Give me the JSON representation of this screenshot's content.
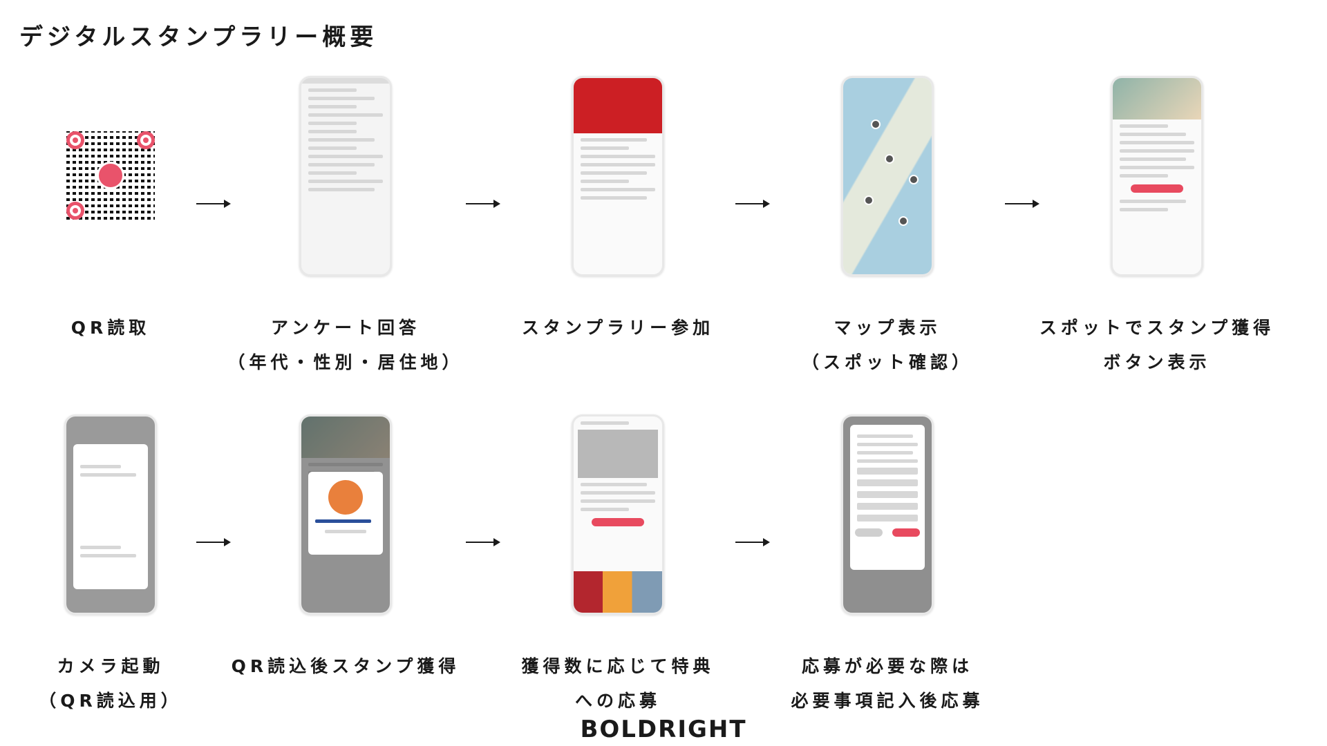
{
  "title": "デジタルスタンプラリー概要",
  "steps": [
    {
      "line1": "QR読取",
      "line2": ""
    },
    {
      "line1": "アンケート回答",
      "line2": "（年代・性別・居住地）"
    },
    {
      "line1": "スタンプラリー参加",
      "line2": ""
    },
    {
      "line1": "マップ表示",
      "line2": "（スポット確認）"
    },
    {
      "line1": "スポットでスタンプ獲得",
      "line2": "ボタン表示"
    },
    {
      "line1": "カメラ起動",
      "line2": "（QR読込用）"
    },
    {
      "line1": "QR読込後スタンプ獲得",
      "line2": ""
    },
    {
      "line1": "獲得数に応じて特典",
      "line2": "への応募"
    },
    {
      "line1": "応募が必要な際は",
      "line2": "必要事項記入後応募"
    }
  ],
  "brand": "BOLDRIGHT",
  "colors": {
    "accent": "#e84a5f",
    "banner": "#cc1f24",
    "text": "#1a1a1a"
  }
}
